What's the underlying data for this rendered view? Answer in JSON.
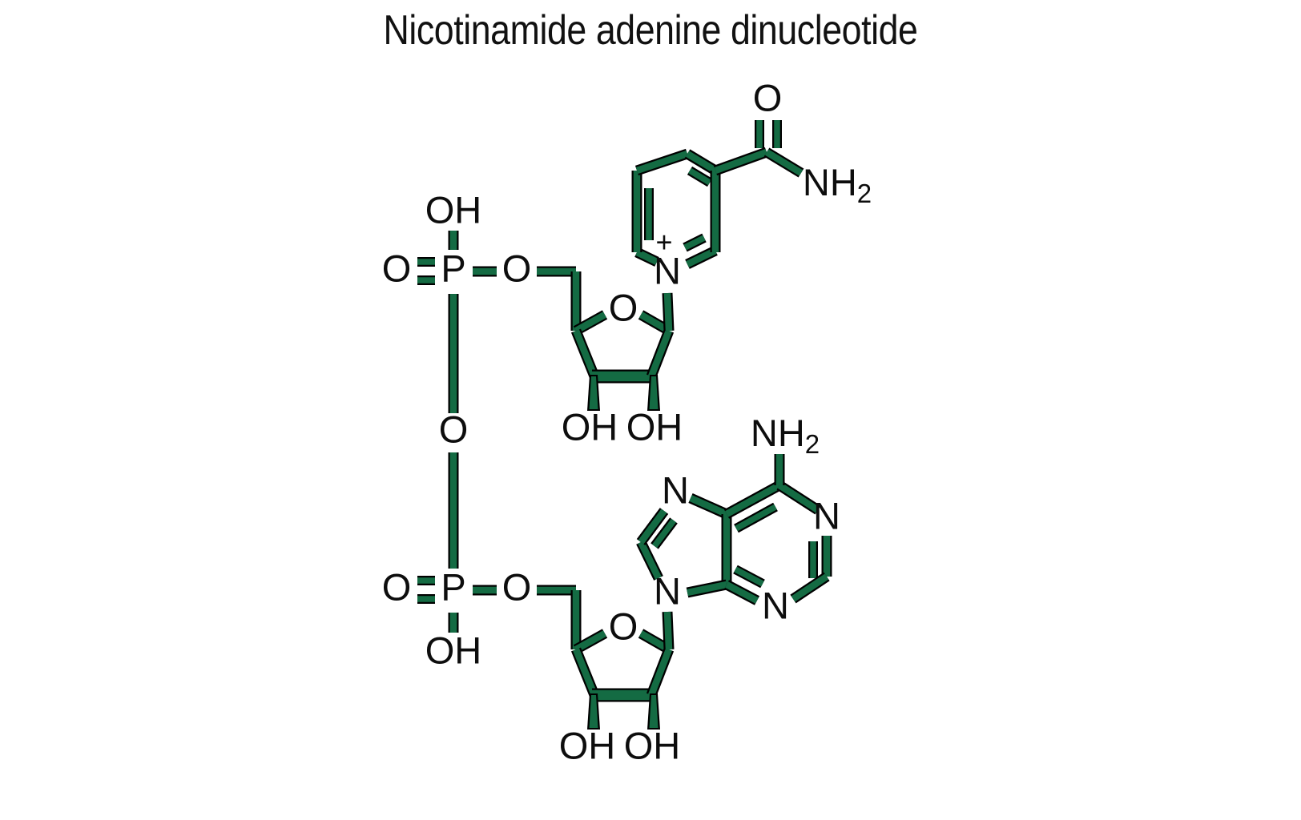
{
  "document": {
    "title": "Nicotinamide adenine dinucleotide",
    "type": "chemical-structure-diagram",
    "background_color": "#ffffff",
    "bond_color": "#146b43",
    "bond_outline_color": "#000000",
    "label_color": "#0d0d0d",
    "title_color": "#111111"
  },
  "labels": {
    "phosphate_top_oh": "OH",
    "phosphate_top_o_double": "O",
    "phosphate_top_p": "P",
    "phosphate_top_o_ester": "O",
    "bridge_o": "O",
    "phosphate_bottom_o_double": "O",
    "phosphate_bottom_p": "P",
    "phosphate_bottom_oh": "OH",
    "phosphate_bottom_o_ester": "O",
    "ribose_top_ring_o": "O",
    "ribose_top_oh_left": "OH",
    "ribose_top_oh_right": "OH",
    "ribose_bottom_ring_o": "O",
    "ribose_bottom_oh_left": "OH",
    "ribose_bottom_oh_right": "OH",
    "pyridinium_n": "N",
    "pyridinium_charge": "+",
    "amide_carbonyl_o": "O",
    "amide_nh2": "NH",
    "amide_nh2_sub": "2",
    "adenine_nh2": "NH",
    "adenine_nh2_sub": "2",
    "adenine_n1": "N",
    "adenine_n3": "N",
    "adenine_n7": "N",
    "adenine_n9": "N"
  },
  "fragments": {
    "nicotinamide": "Nicotinamide (pyridinium ring with carboxamide)",
    "adenine": "Adenine (purine base)",
    "ribose_top": "Ribose attached to nicotinamide",
    "ribose_bottom": "Ribose attached to adenine",
    "pyrophosphate": "Diphosphate bridge"
  },
  "chart_data": {
    "type": "table",
    "title": "Nicotinamide adenine dinucleotide",
    "atom_labels": [
      "OH",
      "O",
      "P",
      "O",
      "O",
      "O",
      "P",
      "OH",
      "O",
      "O",
      "OH",
      "OH",
      "O",
      "OH",
      "OH",
      "N",
      "+",
      "O",
      "NH2",
      "NH2",
      "N",
      "N",
      "N",
      "N"
    ]
  }
}
